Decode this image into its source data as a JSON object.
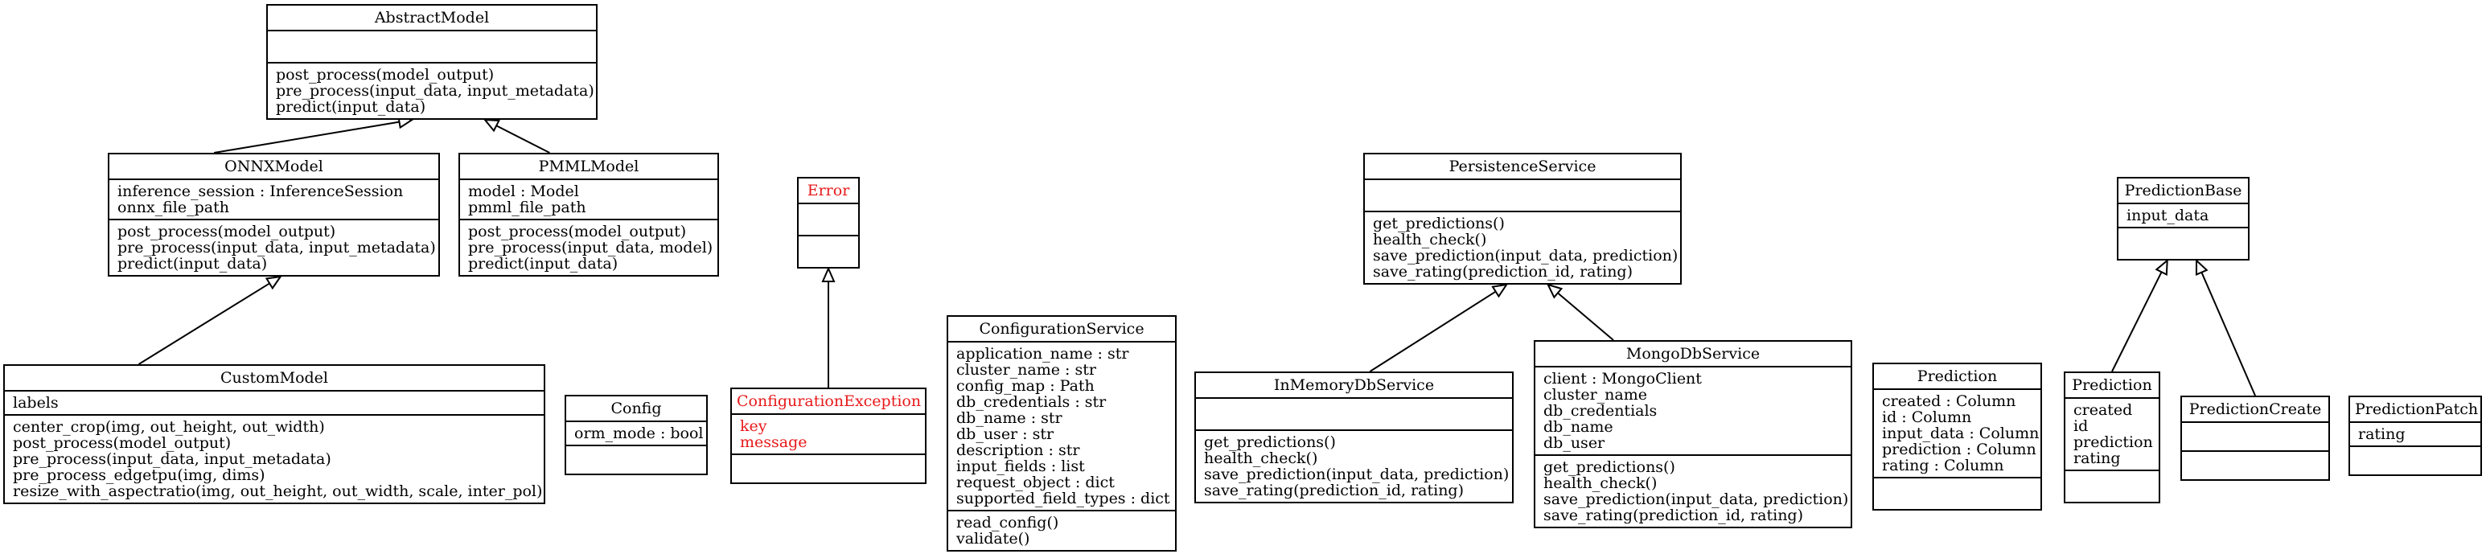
{
  "colors": {
    "error_text": "#e8191a",
    "stroke": "#000000"
  },
  "classes": {
    "abstract_model": {
      "name": "AbstractModel",
      "attributes": [],
      "methods": [
        "post_process(model_output)",
        "pre_process(input_data, input_metadata)",
        "predict(input_data)"
      ]
    },
    "onnx_model": {
      "name": "ONNXModel",
      "attributes": [
        "inference_session : InferenceSession",
        "onnx_file_path"
      ],
      "methods": [
        "post_process(model_output)",
        "pre_process(input_data, input_metadata)",
        "predict(input_data)"
      ]
    },
    "pmml_model": {
      "name": "PMMLModel",
      "attributes": [
        "model : Model",
        "pmml_file_path"
      ],
      "methods": [
        "post_process(model_output)",
        "pre_process(input_data, model)",
        "predict(input_data)"
      ]
    },
    "custom_model": {
      "name": "CustomModel",
      "attributes": [
        "labels"
      ],
      "methods": [
        "center_crop(img, out_height, out_width)",
        "post_process(model_output)",
        "pre_process(input_data, input_metadata)",
        "pre_process_edgetpu(img, dims)",
        "resize_with_aspectratio(img, out_height, out_width, scale, inter_pol)"
      ]
    },
    "config": {
      "name": "Config",
      "attributes": [
        "orm_mode : bool"
      ],
      "methods": []
    },
    "error": {
      "name": "Error",
      "attributes": [],
      "methods": []
    },
    "configuration_exception": {
      "name": "ConfigurationException",
      "attributes": [
        "key",
        "message"
      ],
      "methods": []
    },
    "configuration_service": {
      "name": "ConfigurationService",
      "attributes": [
        "application_name : str",
        "cluster_name : str",
        "config_map : Path",
        "db_credentials : str",
        "db_name : str",
        "db_user : str",
        "description : str",
        "input_fields : list",
        "request_object : dict",
        "supported_field_types : dict"
      ],
      "methods": [
        "read_config()",
        "validate()"
      ]
    },
    "persistence_service": {
      "name": "PersistenceService",
      "attributes": [],
      "methods": [
        "get_predictions()",
        "health_check()",
        "save_prediction(input_data, prediction)",
        "save_rating(prediction_id, rating)"
      ]
    },
    "in_memory_db_service": {
      "name": "InMemoryDbService",
      "attributes": [],
      "methods": [
        "get_predictions()",
        "health_check()",
        "save_prediction(input_data, prediction)",
        "save_rating(prediction_id, rating)"
      ]
    },
    "mongo_db_service": {
      "name": "MongoDbService",
      "attributes": [
        "client : MongoClient",
        "cluster_name",
        "db_credentials",
        "db_name",
        "db_user"
      ],
      "methods": [
        "get_predictions()",
        "health_check()",
        "save_prediction(input_data, prediction)",
        "save_rating(prediction_id, rating)"
      ]
    },
    "prediction_orm": {
      "name": "Prediction",
      "attributes": [
        "created : Column",
        "id : Column",
        "input_data : Column",
        "prediction : Column",
        "rating : Column"
      ],
      "methods": []
    },
    "prediction_base": {
      "name": "PredictionBase",
      "attributes": [
        "input_data"
      ],
      "methods": []
    },
    "prediction": {
      "name": "Prediction",
      "attributes": [
        "created",
        "id",
        "prediction",
        "rating"
      ],
      "methods": []
    },
    "prediction_create": {
      "name": "PredictionCreate",
      "attributes": [],
      "methods": []
    },
    "prediction_patch": {
      "name": "PredictionPatch",
      "attributes": [
        "rating"
      ],
      "methods": []
    }
  }
}
